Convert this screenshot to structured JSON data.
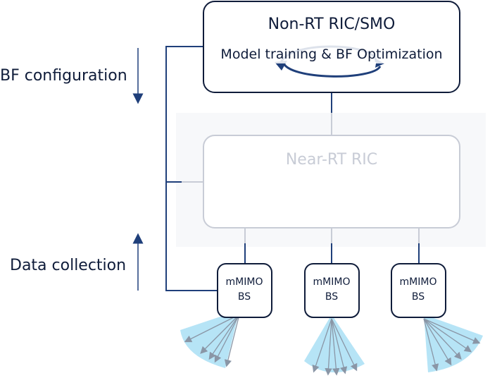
{
  "labels": {
    "bf_configuration": "BF configuration",
    "data_collection": "Data collection"
  },
  "non_rt_ric": {
    "title": "Non-RT RIC/SMO",
    "subtitle": "Model training & BF Optimization"
  },
  "near_rt_ric": {
    "title": "Near-RT RIC"
  },
  "base_stations": [
    {
      "line1": "mMIMO",
      "line2": "BS"
    },
    {
      "line1": "mMIMO",
      "line2": "BS"
    },
    {
      "line1": "mMIMO",
      "line2": "BS"
    }
  ],
  "colors": {
    "dark_navy": "#0f1c3a",
    "link_blue": "#1f3f7a",
    "arrow_blue": "#2a4f9a",
    "faded_gray": "#c8ccd6",
    "beam_fill": "#a9dff4",
    "beam_arrow": "#8a96a6"
  }
}
